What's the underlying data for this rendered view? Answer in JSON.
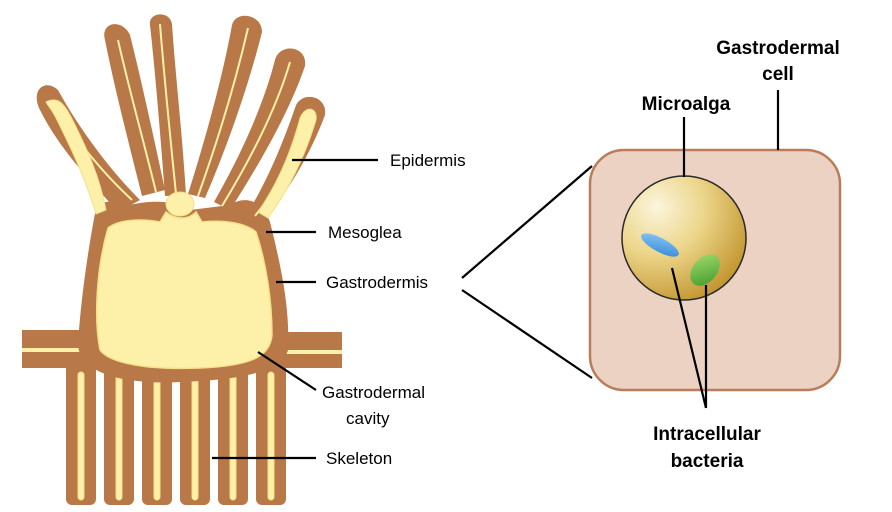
{
  "labels": {
    "epidermis": "Epidermis",
    "mesoglea": "Mesoglea",
    "gastrodermis": "Gastrodermis",
    "gastrodermal_cavity_line1": "Gastrodermal",
    "gastrodermal_cavity_line2": "cavity",
    "skeleton": "Skeleton",
    "gastrodermal_cell_line1": "Gastrodermal",
    "gastrodermal_cell_line2": "cell",
    "microalga": "Microalga",
    "intracellular_bacteria_line1": "Intracellular",
    "intracellular_bacteria_line2": "bacteria"
  },
  "colors": {
    "tissue_brown": "#b87848",
    "cavity_yellow": "#fdf0a8",
    "cell_pink": "#ebd2c3",
    "cell_border": "#b97d5b",
    "alga_light": "#f6ecc4",
    "alga_dark": "#c79a30",
    "bacterium_blue": "#4aa3e8",
    "bacterium_green": "#6cb845"
  }
}
